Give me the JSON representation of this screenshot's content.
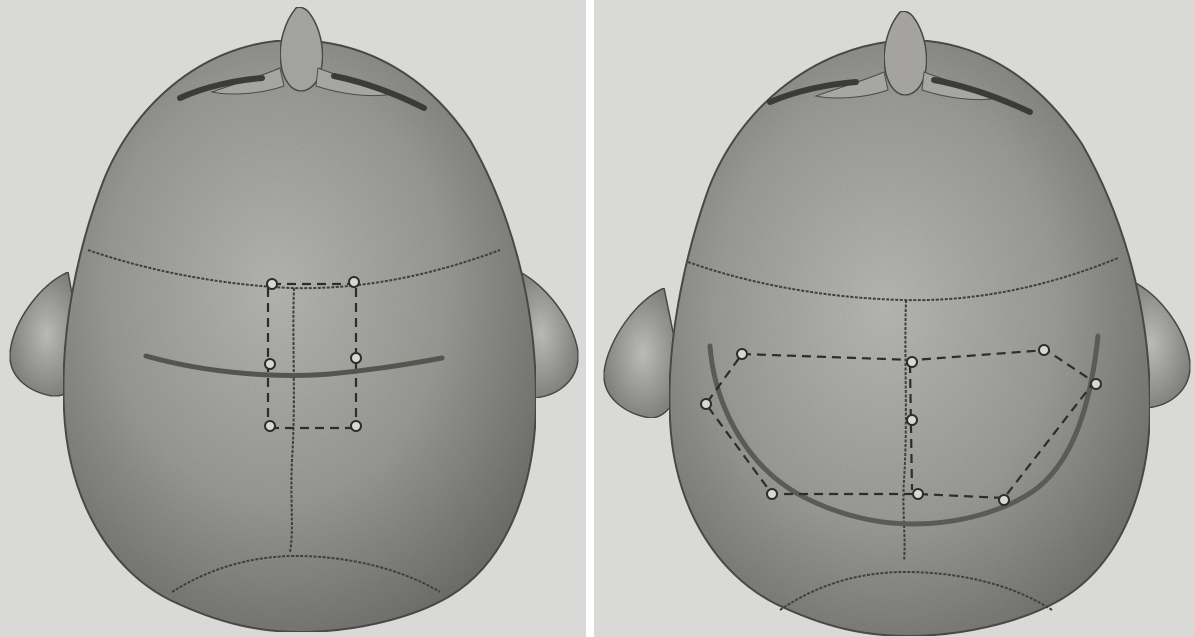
{
  "figure": {
    "panels": [
      {
        "id": "left",
        "view": "superior-skull-view",
        "incision": "short-transverse-curved",
        "craniotomy": "parasagittal-rectangle",
        "burr_holes": 6
      },
      {
        "id": "right",
        "view": "superior-skull-view",
        "incision": "wide-u-shaped-bicoronal",
        "craniotomy": "large-bilateral-polygon",
        "burr_holes": 9
      }
    ],
    "colors": {
      "paper": "#d9dad7",
      "skull_shade": "#8f8f8c",
      "skull_light": "#b4b4b0",
      "line_dark": "#3a3a38",
      "incision": "#5b5b58"
    },
    "icons": [
      "skull-icon",
      "ear-icon",
      "nose-icon",
      "eyebrow-icon",
      "burr-hole-icon"
    ]
  }
}
